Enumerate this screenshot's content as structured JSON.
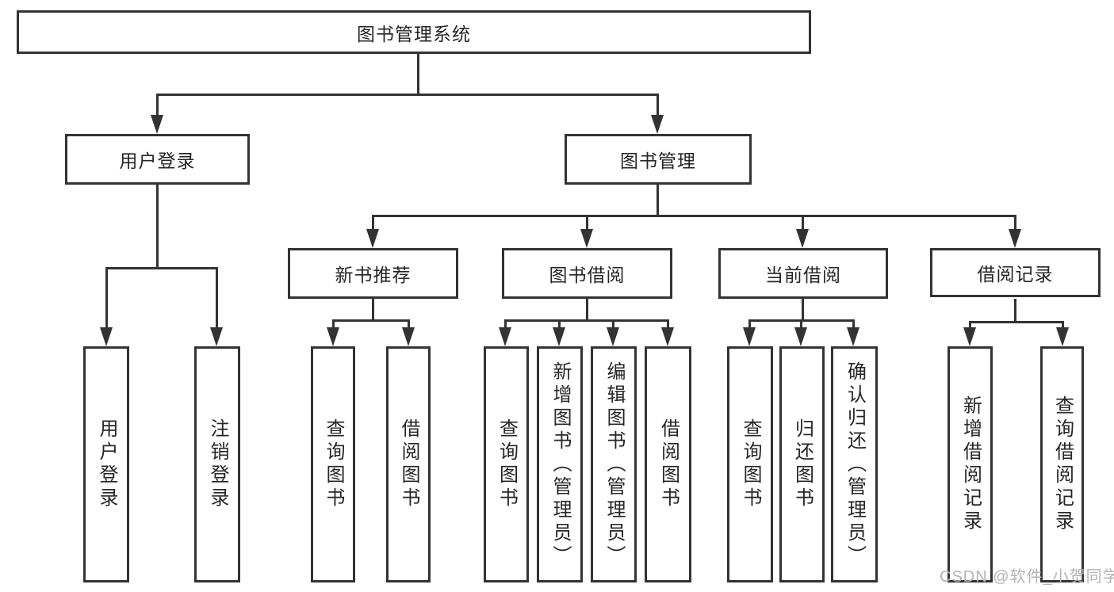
{
  "colors": {
    "line": "#333333",
    "box_border": "#333333",
    "text": "#262626",
    "background": "#ffffff",
    "watermark": "#b3b3b8"
  },
  "diagram": {
    "title": "图书管理系统",
    "level2": [
      {
        "label": "用户登录"
      },
      {
        "label": "图书管理"
      }
    ],
    "level3": [
      {
        "label": "新书推荐"
      },
      {
        "label": "图书借阅"
      },
      {
        "label": "当前借阅"
      },
      {
        "label": "借阅记录"
      }
    ],
    "leaves": {
      "user_login": [
        {
          "label": "用户登录"
        },
        {
          "label": "注销登录"
        }
      ],
      "new_book": [
        {
          "label": "查询图书"
        },
        {
          "label": "借阅图书"
        }
      ],
      "book_borrow": [
        {
          "label": "查询图书"
        },
        {
          "label": "新增图书（管理员）"
        },
        {
          "label": "编辑图书（管理员）"
        },
        {
          "label": "借阅图书"
        }
      ],
      "current_borrow": [
        {
          "label": "查询图书"
        },
        {
          "label": "归还图书"
        },
        {
          "label": "确认归还（管理员）"
        }
      ],
      "borrow_records": [
        {
          "label": "新增借阅记录"
        },
        {
          "label": "查询借阅记录"
        }
      ]
    }
  },
  "watermark": {
    "text": "CSDN @软件_小贺同学"
  }
}
